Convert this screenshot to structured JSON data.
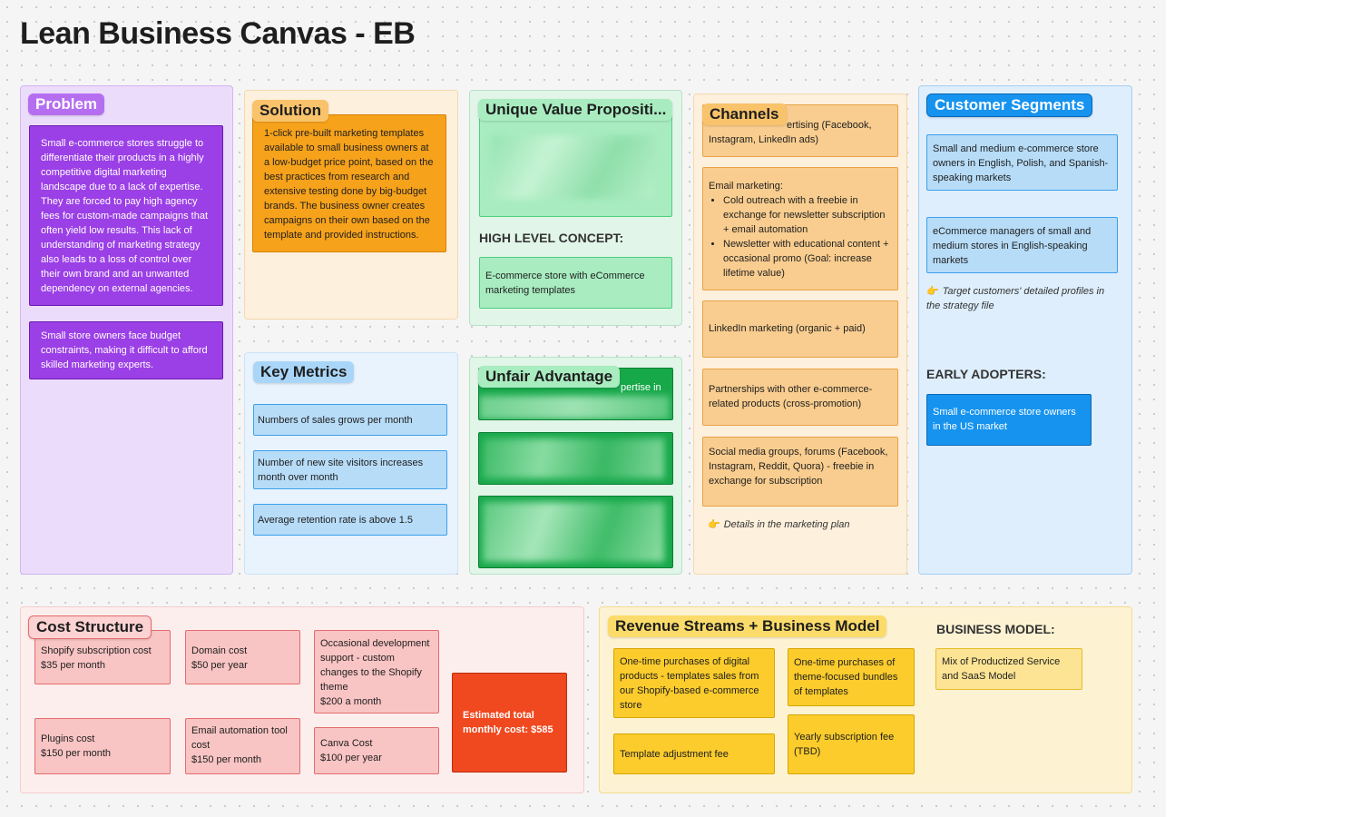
{
  "title": "Lean Business Canvas - EB",
  "problem": {
    "label": "Problem",
    "notes": [
      "Small e-commerce stores struggle to differentiate their products in a highly competitive digital marketing landscape due to a lack of expertise. They are forced to pay high agency fees for custom-made campaigns that often yield low results. This lack of understanding of marketing strategy also leads to a loss of control over their own brand and an unwanted dependency on external agencies.",
      "Small store owners face budget constraints, making it difficult to afford skilled marketing experts."
    ]
  },
  "solution": {
    "label": "Solution",
    "note": "1-click pre-built marketing templates available to small business owners at a low-budget price point, based on the best practices from research and extensive testing done by big-budget brands. The business owner creates campaigns on their own based on the template and provided instructions."
  },
  "key_metrics": {
    "label": "Key Metrics",
    "notes": [
      "Numbers of sales grows per month",
      "Number of new site visitors increases month over month",
      "Average retention rate is above 1.5"
    ]
  },
  "uvp": {
    "label": "Unique Value Propositi...",
    "high_level_heading": "HIGH LEVEL CONCEPT:",
    "high_level_note": "E-commerce store with eCommerce marketing templates"
  },
  "unfair_advantage": {
    "label": "Unfair Advantage",
    "peek_text": "pertise in"
  },
  "channels": {
    "label": "Channels",
    "note1": "ertising (Facebook, Instagram, LinkedIn ads)",
    "email_title": "Email marketing:",
    "email_bullets": [
      "Cold outreach with a freebie in exchange for newsletter subscription + email automation",
      "Newsletter with educational content + occasional promo (Goal: increase lifetime value)"
    ],
    "note3": "LinkedIn marketing (organic + paid)",
    "note4": "Partnerships with other e-commerce-related products (cross-promotion)",
    "note5": "Social media groups, forums (Facebook, Instagram, Reddit, Quora) - freebie in exchange for subscription",
    "hint": "Details in the marketing plan"
  },
  "customer_segments": {
    "label": "Customer Segments",
    "notes": [
      "Small and medium e-commerce store owners in English, Polish, and Spanish-speaking markets",
      "eCommerce managers of small and medium stores in English-speaking markets"
    ],
    "hint": "Target customers' detailed profiles in the strategy file",
    "early_heading": "EARLY ADOPTERS:",
    "early_note": "Small e-commerce store owners in the US market"
  },
  "cost_structure": {
    "label": "Cost Structure",
    "notes": [
      "Shopify subscription cost\n$35 per month",
      "Domain cost\n$50 per year",
      "Occasional development support - custom changes to the Shopify theme\n$200 a month",
      "Plugins cost\n$150 per month",
      "Email automation tool cost\n$150 per month",
      "Canva Cost\n$100 per year"
    ],
    "total": "Estimated total monthly cost: $585"
  },
  "revenue": {
    "label": "Revenue Streams + Business Model",
    "notes": [
      "One-time purchases of digital products - templates sales from our Shopify-based e-commerce store",
      "One-time purchases of theme-focused bundles of templates",
      "Template adjustment fee",
      "Yearly subscription fee (TBD)"
    ],
    "bm_heading": "BUSINESS MODEL:",
    "bm_note": "Mix of Productized Service and SaaS Model"
  },
  "icons": {
    "hint": "pointing-hand-icon"
  },
  "colors": {
    "problem": "#9b3fe6",
    "solution": "#f7a21b",
    "metrics": "#b7dcf8",
    "uvp": "#a8ecc0",
    "advantage": "#17a84a",
    "channels": "#f9cd8f",
    "segments": "#1693ef",
    "costs": "#f9c4c4",
    "cost_total": "#f0481f",
    "revenue": "#fbcc2c"
  }
}
